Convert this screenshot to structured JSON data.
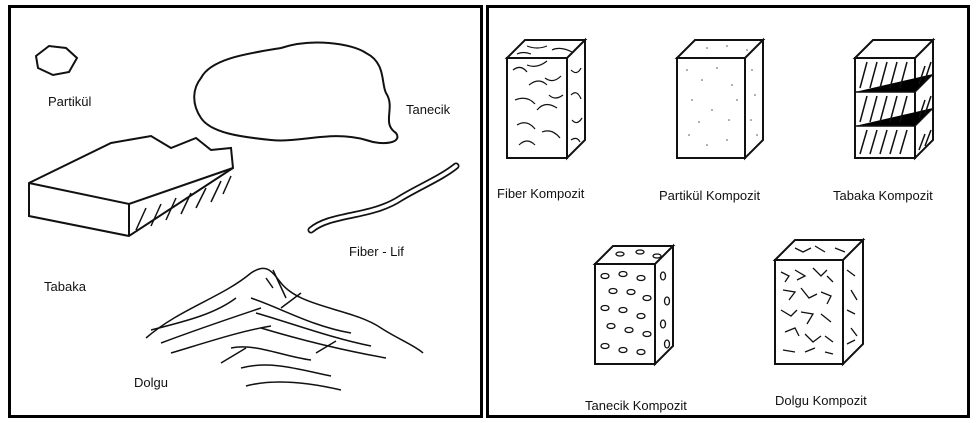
{
  "left_panel": {
    "labels": {
      "particle": "Partikül",
      "grain": "Tanecik",
      "layer": "Tabaka",
      "fiber": "Fiber - Lif",
      "filler": "Dolgu"
    }
  },
  "right_panel": {
    "labels": {
      "fiber_composite": "Fiber Kompozit",
      "particle_composite": "Partikül Kompozit",
      "layer_composite": "Tabaka Kompozit",
      "grain_composite": "Tanecik Kompozit",
      "filler_composite": "Dolgu Kompozit"
    }
  }
}
